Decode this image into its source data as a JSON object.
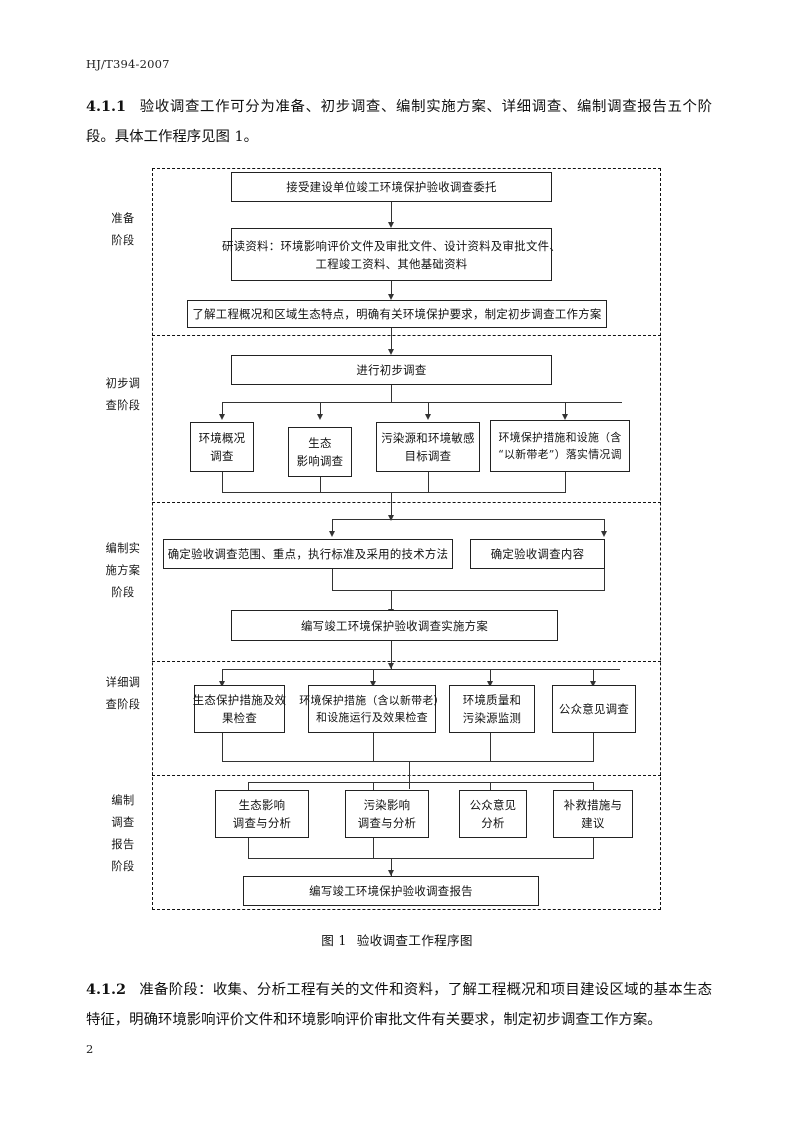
{
  "document": {
    "standard_code": "HJ/T394-2007",
    "page_number": "2"
  },
  "paragraphs": {
    "p411_num": "4.1.1",
    "p411_text": "验收调查工作可分为准备、初步调查、编制实施方案、详细调查、编制调查报告五个阶段。具体工作程序见图 1。",
    "p412_num": "4.1.2",
    "p412_text": "准备阶段：收集、分析工程有关的文件和资料，了解工程概况和项目建设区域的基本生态特征，明确环境影响评价文件和环境影响评价审批文件有关要求，制定初步调查工作方案。"
  },
  "figure": {
    "caption_label": "图 1",
    "caption_text": "验收调查工作程序图"
  },
  "flowchart": {
    "stages": [
      {
        "id": "stage-preparation",
        "lines": [
          "准备",
          "阶段"
        ]
      },
      {
        "id": "stage-preliminary-survey",
        "lines": [
          "初步调",
          "查阶段"
        ]
      },
      {
        "id": "stage-plan-drafting",
        "lines": [
          "编制实",
          "施方案",
          "阶段"
        ]
      },
      {
        "id": "stage-detailed-survey",
        "lines": [
          "详细调",
          "查阶段"
        ]
      },
      {
        "id": "stage-report-drafting",
        "lines": [
          "编制",
          "调查",
          "报告",
          "阶段"
        ]
      }
    ],
    "nodes": {
      "accept_commission": {
        "lines": [
          "接受建设单位竣工环境保护验收调查委托"
        ]
      },
      "study_materials": {
        "lines": [
          "研读资料：环境影响评价文件及审批文件、设计资料及审批文件、",
          "工程竣工资料、其他基础资料"
        ]
      },
      "understand_project": {
        "lines": [
          "了解工程概况和区域生态特点，明确有关环境保护要求，制定初步调查工作方案"
        ]
      },
      "conduct_preliminary": {
        "lines": [
          "进行初步调查"
        ]
      },
      "env_overview_survey": {
        "lines": [
          "环境概况",
          "调查"
        ]
      },
      "eco_impact_survey": {
        "lines": [
          "生态",
          "影响调查"
        ]
      },
      "pollution_sensitive_survey": {
        "lines": [
          "污染源和环境敏感",
          "目标调查"
        ]
      },
      "env_protection_measures_survey": {
        "lines": [
          "环境保护措施和设施（含",
          "“以新带老”）落实情况调"
        ]
      },
      "define_scope": {
        "lines": [
          "确定验收调查范围、重点，执行标准及采用的技术方法"
        ]
      },
      "define_content": {
        "lines": [
          "确定验收调查内容"
        ]
      },
      "write_plan": {
        "lines": [
          "编写竣工环境保护验收调查实施方案"
        ]
      },
      "eco_measures_check": {
        "lines": [
          "生态保护措施及效",
          "果检查"
        ]
      },
      "env_measures_check": {
        "lines": [
          "环境保护措施（含以新带老）",
          "和设施运行及效果检查"
        ]
      },
      "env_quality_monitor": {
        "lines": [
          "环境质量和",
          "污染源监测"
        ]
      },
      "public_opinion_survey": {
        "lines": [
          "公众意见调查"
        ]
      },
      "eco_impact_analysis": {
        "lines": [
          "生态影响",
          "调查与分析"
        ]
      },
      "pollution_impact_analysis": {
        "lines": [
          "污染影响",
          "调查与分析"
        ]
      },
      "public_opinion_analysis": {
        "lines": [
          "公众意见",
          "分析"
        ]
      },
      "remedial_measures": {
        "lines": [
          "补救措施与",
          "建议"
        ]
      },
      "write_report": {
        "lines": [
          "编写竣工环境保护验收调查报告"
        ]
      }
    }
  },
  "colors": {
    "text": "#111111",
    "line": "#333333",
    "border": "#222222",
    "background": "#ffffff"
  }
}
